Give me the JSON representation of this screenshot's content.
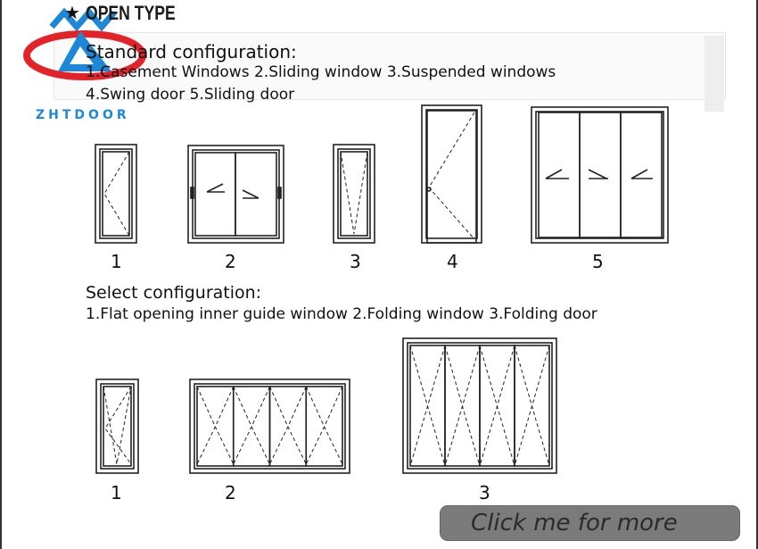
{
  "header": {
    "title": "OPEN TYPE",
    "star_icon": "star-icon"
  },
  "logo": {
    "text": "ZHTDOOR",
    "colors": {
      "blue": "#1e88d8",
      "red": "#e3222a"
    }
  },
  "standard": {
    "heading": "Standard configuration:",
    "line1": "1.Casement Windows  2.Sliding window  3.Suspended windows",
    "line2": "4.Swing door  5.Sliding door",
    "labels": [
      "1",
      "2",
      "3",
      "4",
      "5"
    ]
  },
  "select": {
    "heading": "Select configuration:",
    "line1": "1.Flat opening inner guide window  2.Folding window  3.Folding door",
    "labels": [
      "1",
      "2",
      "3"
    ]
  },
  "button": {
    "label": "Click me for more"
  }
}
